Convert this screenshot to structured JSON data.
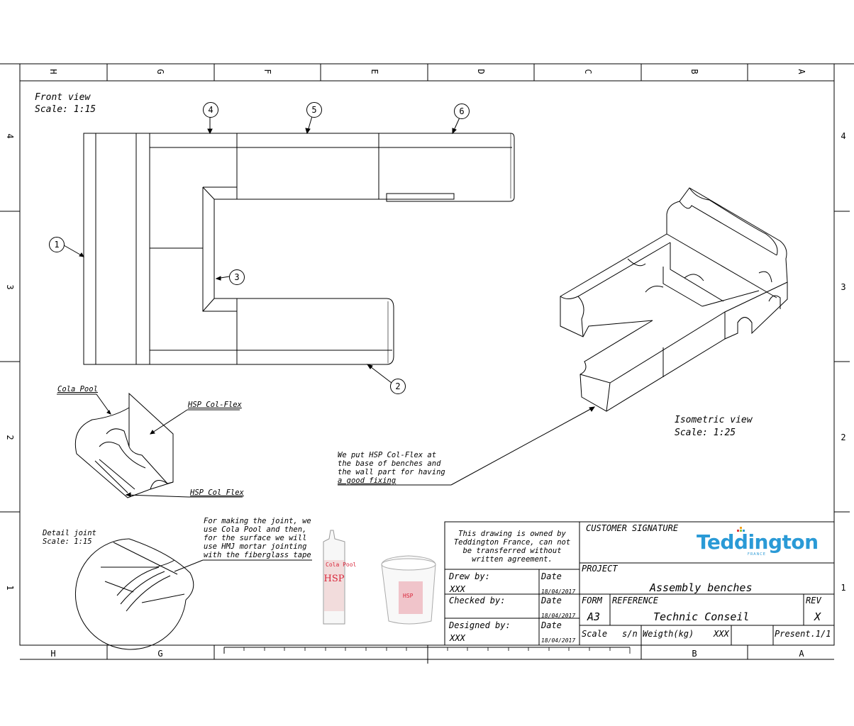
{
  "sheet": {
    "top_zone_letters": [
      "H",
      "G",
      "F",
      "E",
      "D",
      "C",
      "B",
      "A"
    ],
    "bottom_zone_letters": [
      "H",
      "G",
      "B",
      "A"
    ],
    "row_numbers": [
      "4",
      "3",
      "2",
      "1"
    ]
  },
  "front_view": {
    "title": "Front view",
    "scale": "Scale:  1:15",
    "callouts": [
      "1",
      "2",
      "3",
      "4",
      "5",
      "6"
    ]
  },
  "isometric_view": {
    "title": "Isometric view",
    "scale": "Scale:  1:25"
  },
  "cross_section": {
    "label_cola_pool": "Cola Pool",
    "label_hsp_colflex": "HSP Col-Flex",
    "label_hsp_col_flex": "HSP Col Flex"
  },
  "fixing_note": {
    "lines": [
      "We put HSP Col-Flex at",
      "the base of benches and",
      "the wall part for having",
      "a good fixing"
    ]
  },
  "detail_joint": {
    "title": "Detail joint",
    "scale": "Scale:  1:15",
    "note_lines": [
      "For making the joint, we",
      "use Cola Pool and then,",
      "for the surface we will",
      "use HMJ mortar jointing",
      "with the fiberglass tape"
    ]
  },
  "products": {
    "tube_label": "Cola Pool",
    "tube_brand": "HSP",
    "bucket_brand": "HSP"
  },
  "title_block": {
    "ownership_lines": [
      "This drawing is owned by",
      "Teddington France, can not",
      "be transferred without",
      "written agreement."
    ],
    "customer_signature": "CUSTOMER SIGNATURE",
    "logo_text": "Teddington",
    "logo_sub": "FRANCE",
    "project_label": "PROJECT",
    "project_value": "Assembly benches",
    "drew_by_label": "Drew by:",
    "drew_by_value": "XXX",
    "checked_by_label": "Checked by:",
    "designed_by_label": "Designed by:",
    "designed_by_value": "XXX",
    "date_label": "Date",
    "date_value": "18/04/2017",
    "form_label": "FORM",
    "form_value": "A3",
    "reference_label": "REFERENCE",
    "reference_value": "Technic Conseil",
    "rev_label": "REV",
    "rev_value": "X",
    "scale_label": "Scale",
    "scale_value": "s/n",
    "weight_label": "Weigth(kg)",
    "weight_value": "XXX",
    "present_value": "Present.1/1"
  },
  "colors": {
    "line": "#000000",
    "logo_blue": "#2a9ad6",
    "logo_dots": [
      "#e23b3b",
      "#f4a11c",
      "#8cc63f",
      "#2a9ad6"
    ],
    "product_red": "#d9263a"
  }
}
